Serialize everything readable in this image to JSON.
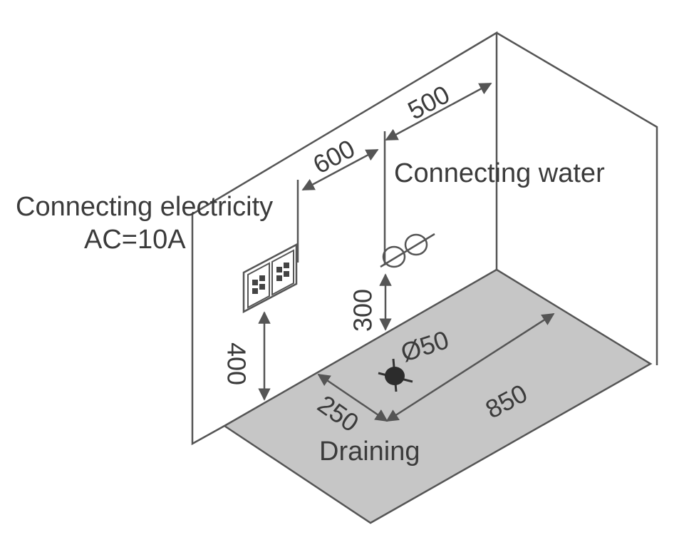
{
  "diagram": {
    "labels": {
      "connecting_water": "Connecting water",
      "connecting_electricity": "Connecting electricity",
      "electricity_spec": "AC=10A",
      "draining": "Draining"
    },
    "dimensions": {
      "water_from_right_wall": "500",
      "socket_to_water": "600",
      "water_height": "300",
      "drain_diameter": "Ø50",
      "socket_height": "400",
      "drain_from_left": "250",
      "drain_length": "850"
    },
    "colors": {
      "line": "#555555",
      "floor": "#c6c6c6",
      "text": "#3b3b3b"
    },
    "icons": [
      "electric-socket-icon",
      "water-valve-icon",
      "drain-icon"
    ]
  }
}
